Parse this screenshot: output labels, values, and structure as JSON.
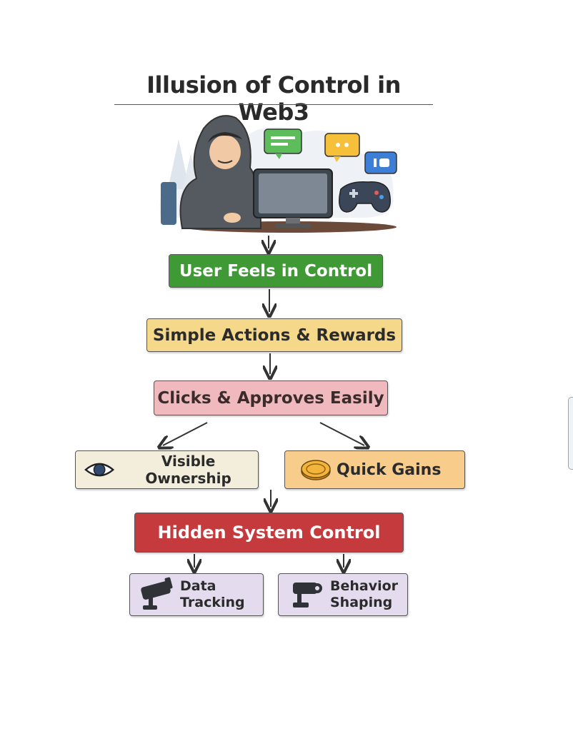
{
  "title": "Illusion of Control in Web3",
  "flow": {
    "step1": "User Feels in Control",
    "step2": "Simple Actions & Rewards",
    "step3": "Clicks & Approves Easily",
    "branch_left": "Visible Ownership",
    "branch_right": "Quick Gains",
    "step4": "Hidden System Control",
    "out_left_line1": "Data",
    "out_left_line2": "Tracking",
    "out_right_line1": "Behavior",
    "out_right_line2": "Shaping"
  },
  "icons": {
    "branch_left": "eye-icon",
    "branch_right": "coin-icon",
    "out_left": "security-camera-icon",
    "out_right": "controller-camera-icon",
    "illustration": [
      "hooded-user-icon",
      "computer-monitor-icon",
      "chat-bubble-icon",
      "game-controller-icon"
    ]
  },
  "colors": {
    "step1": "#3f9a36",
    "step2": "#f5d88a",
    "step3": "#efb9bd",
    "branch_left": "#f3eedc",
    "branch_right": "#f8cd8b",
    "step4": "#c53b3d",
    "outputs": "#e4dcee"
  }
}
